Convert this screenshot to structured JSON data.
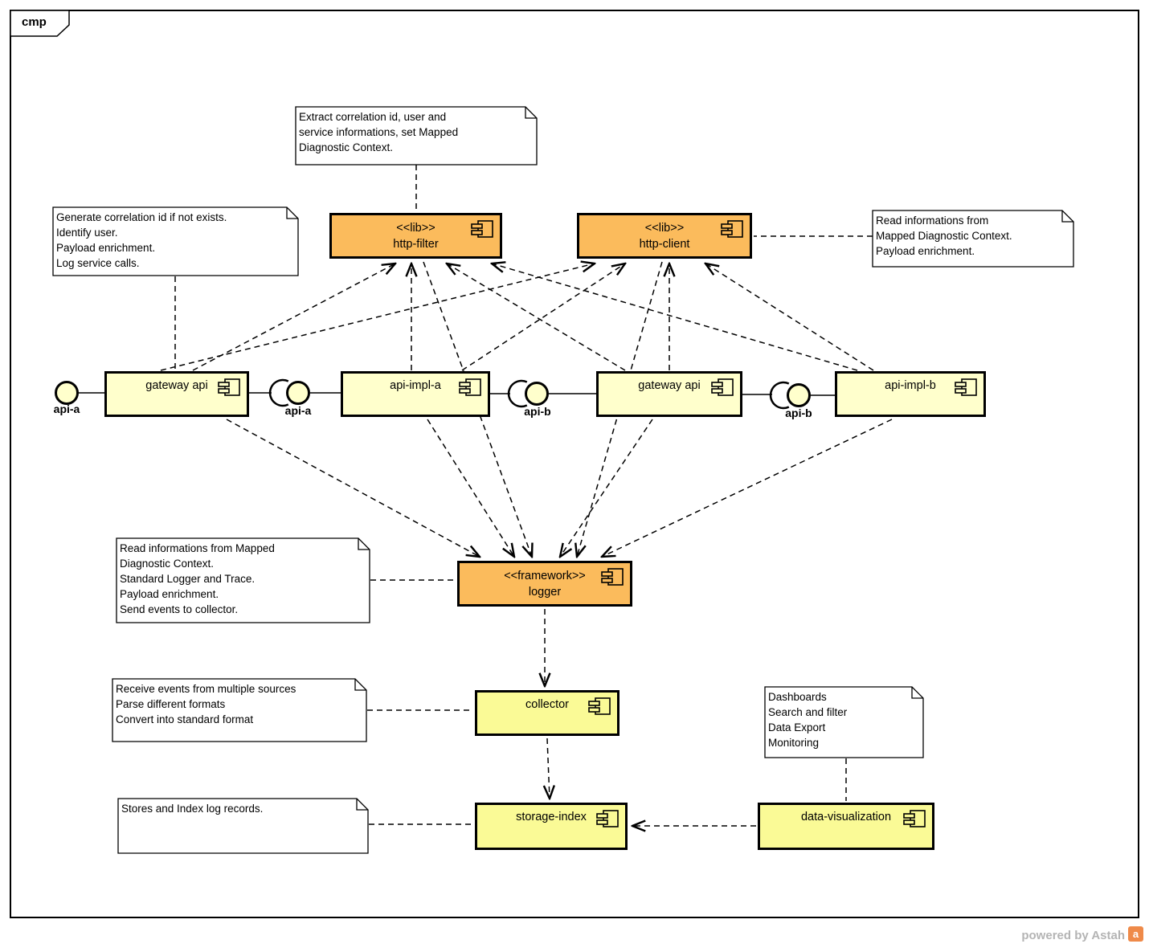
{
  "frame": {
    "label": "cmp"
  },
  "components": {
    "http_filter": {
      "stereotype": "<<lib>>",
      "name": "http-filter"
    },
    "http_client": {
      "stereotype": "<<lib>>",
      "name": "http-client"
    },
    "gateway_api_1": {
      "name": "gateway api"
    },
    "api_impl_a": {
      "name": "api-impl-a"
    },
    "gateway_api_2": {
      "name": "gateway api"
    },
    "api_impl_b": {
      "name": "api-impl-b"
    },
    "logger": {
      "stereotype": "<<framework>>",
      "name": "logger"
    },
    "collector": {
      "name": "collector"
    },
    "storage_index": {
      "name": "storage-index"
    },
    "data_visualization": {
      "name": "data-visualization"
    }
  },
  "interfaces": {
    "api_a_left": {
      "label": "api-a"
    },
    "api_a_mid": {
      "label": "api-a"
    },
    "api_b_mid": {
      "label": "api-b"
    },
    "api_b_right": {
      "label": "api-b"
    }
  },
  "notes": {
    "extract": {
      "text": "Extract correlation id, user and\nservice informations, set Mapped\nDiagnostic Context."
    },
    "generate": {
      "text": "Generate correlation id if not exists.\nIdentify  user.\nPayload enrichment.\nLog service calls."
    },
    "read_client": {
      "text": "Read informations from\nMapped Diagnostic Context.\nPayload enrichment."
    },
    "read_logger": {
      "text": "Read informations from Mapped\nDiagnostic Context.\nStandard Logger and Trace.\nPayload enrichment.\nSend events to collector."
    },
    "receive": {
      "text": "Receive events from multiple sources\nParse different formats\nConvert into standard format"
    },
    "dashboards": {
      "text": "Dashboards\nSearch and filter\nData Export\nMonitoring"
    },
    "stores": {
      "text": "Stores and Index log records."
    }
  },
  "footer": {
    "text": "powered by Astah",
    "logo_letter": "a"
  },
  "colors": {
    "component_orange": "#FBBB5C",
    "component_cream": "#FFFFCC",
    "component_yellow": "#FAFA96",
    "note_fill": "#FFFFFF",
    "line": "#000000",
    "footer_gray": "#B4B4B4",
    "logo_orange": "#EF8A49"
  }
}
